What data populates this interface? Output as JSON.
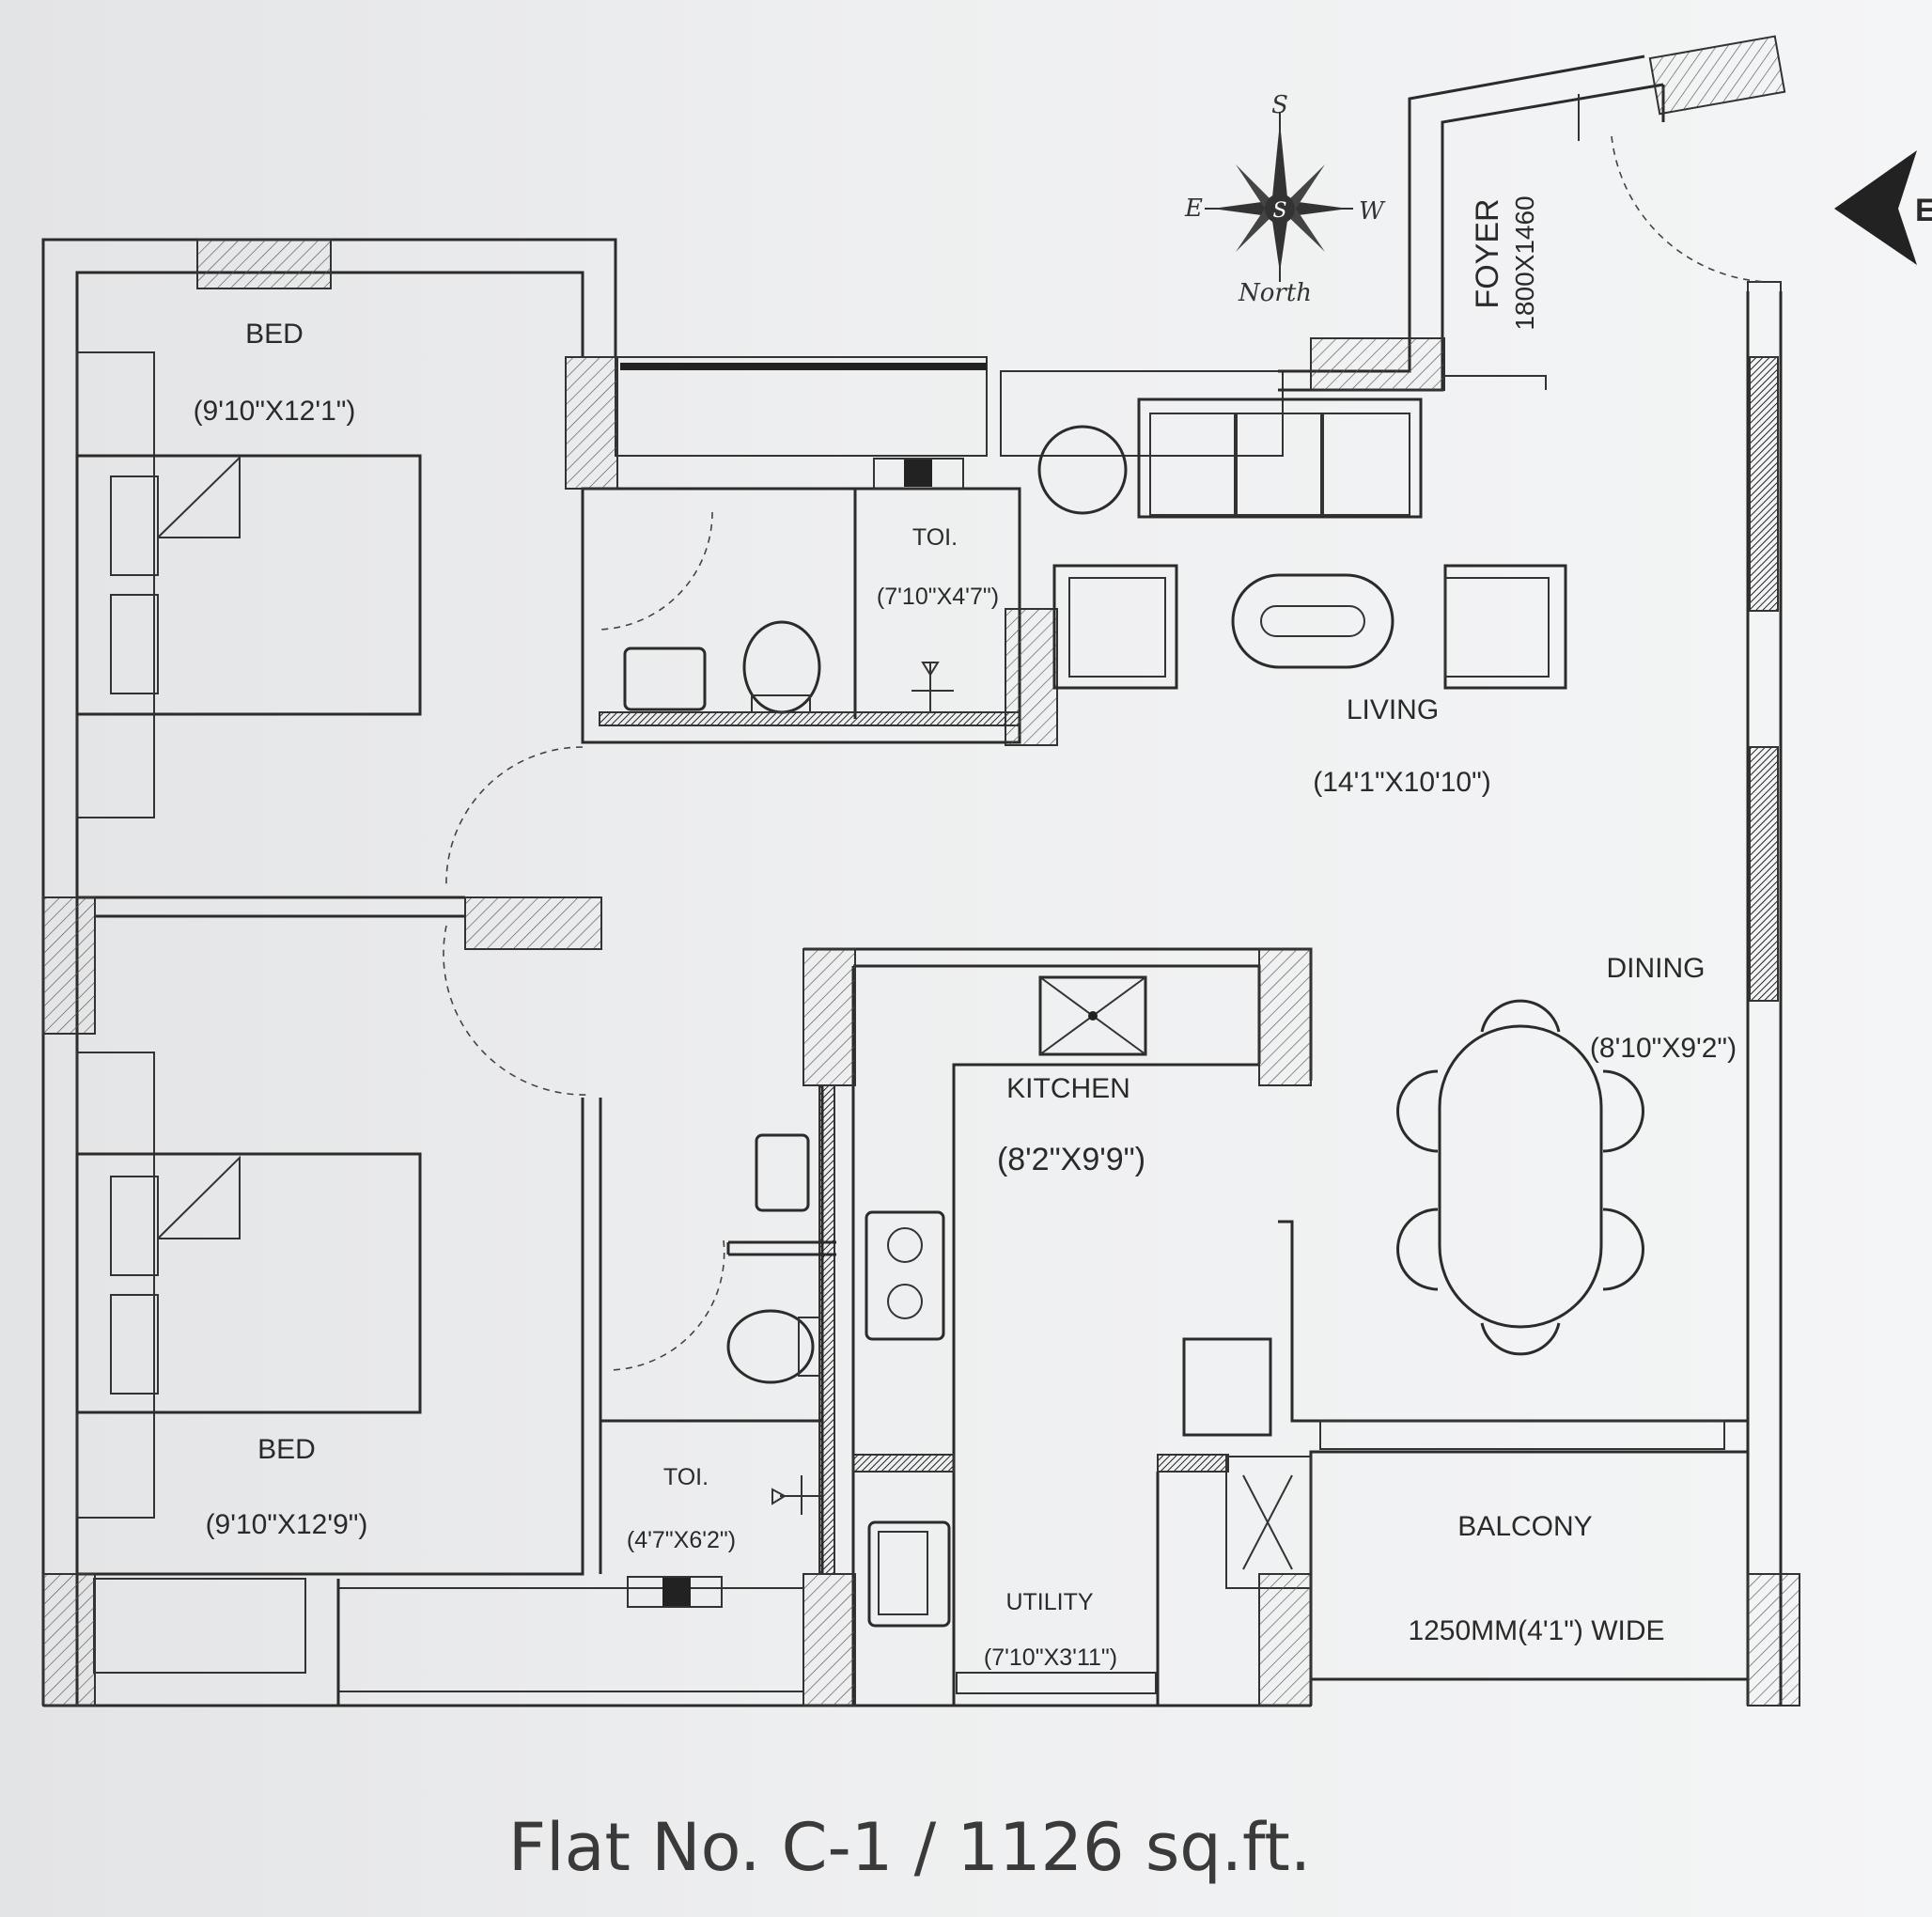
{
  "caption": "Flat No. C-1 / 1126 sq.ft.",
  "entry_marker": "E",
  "compass": {
    "top": "S",
    "left": "E",
    "right": "W",
    "center": "S",
    "bottom": "North"
  },
  "rooms": {
    "bed1": {
      "name": "BED",
      "size": "(9'10\"X12'1\")"
    },
    "toilet1": {
      "name": "TOI.",
      "size": "(7'10\"X4'7\")"
    },
    "foyer": {
      "name": "FOYER",
      "size": "1800X1460"
    },
    "living": {
      "name": "LIVING",
      "size": "(14'1\"X10'10\")"
    },
    "dining": {
      "name": "DINING",
      "size": "(8'10\"X9'2\")"
    },
    "kitchen": {
      "name": "KITCHEN",
      "size": "(8'2\"X9'9\")"
    },
    "bed2": {
      "name": "BED",
      "size": "(9'10\"X12'9\")"
    },
    "toilet2": {
      "name": "TOI.",
      "size": "(4'7\"X6'2\")"
    },
    "utility": {
      "name": "UTILITY",
      "size": "(7'10\"X3'11\")"
    },
    "balcony": {
      "name": "BALCONY",
      "size": "1250MM(4'1\") WIDE"
    }
  },
  "colors": {
    "line": "#2b2b2b",
    "background": "#eeeff0"
  }
}
